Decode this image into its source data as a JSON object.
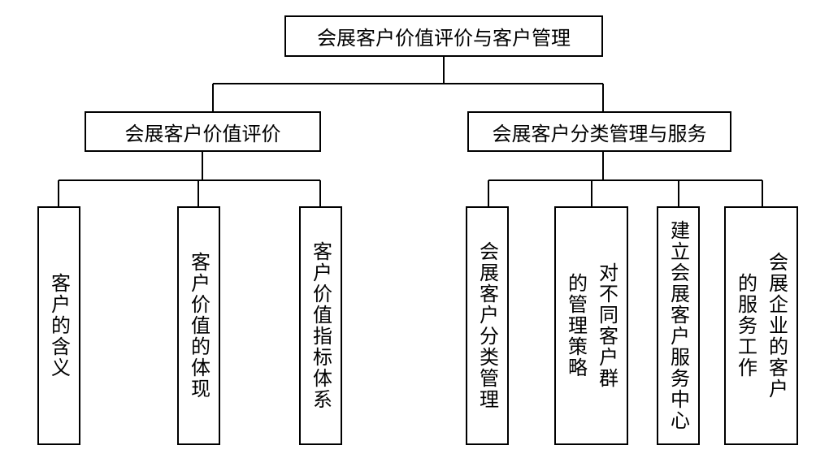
{
  "root": {
    "title": "会展客户价值评价与客户管理"
  },
  "branches": [
    {
      "title": "会展客户价值评价",
      "children": [
        {
          "lines": [
            "客户的含义"
          ]
        },
        {
          "lines": [
            "客户价值的体现"
          ]
        },
        {
          "lines": [
            "客户价值指标体系"
          ]
        }
      ]
    },
    {
      "title": "会展客户分类管理与服务",
      "children": [
        {
          "lines": [
            "会展客户分类管理"
          ]
        },
        {
          "lines": [
            "对不同客户群",
            "的管理策略"
          ]
        },
        {
          "lines": [
            "建立会展客户服务中心"
          ]
        },
        {
          "lines": [
            "会展企业的客户",
            "的服务工作"
          ]
        }
      ]
    }
  ]
}
